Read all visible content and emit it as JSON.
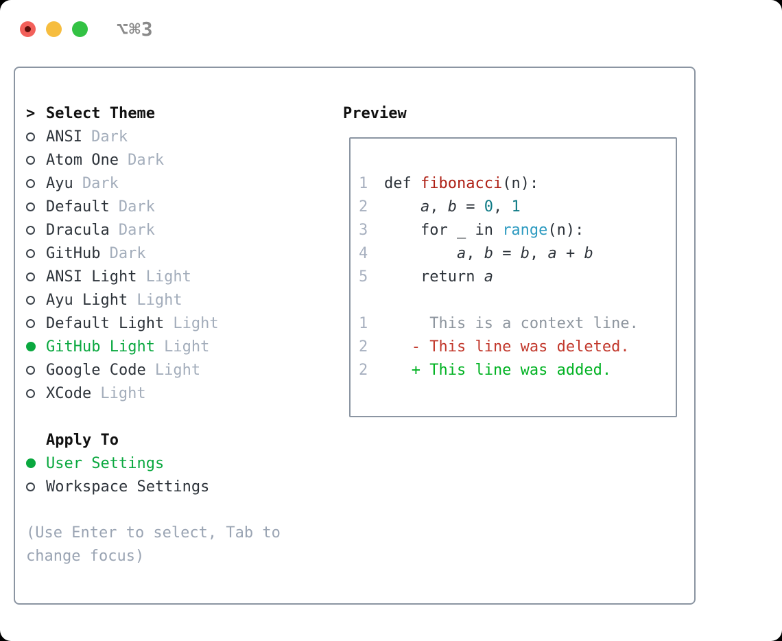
{
  "titlebar": {
    "shortcut": "⌥⌘3",
    "lights": [
      {
        "icon": "close-light-icon",
        "color": "#f2605a"
      },
      {
        "icon": "minimize-light-icon",
        "color": "#f6bd3f"
      },
      {
        "icon": "zoom-light-icon",
        "color": "#33c244"
      }
    ]
  },
  "colors": {
    "selected_green": "#0aa83f",
    "diff_added_green": "#00b222",
    "diff_deleted_red": "#c2382c",
    "function_red": "#ae2015",
    "number_teal": "#0e7a85",
    "builtin_blue": "#2c9ac0",
    "muted_gray": "#a3adbb",
    "border_gray": "#8b95a2",
    "text_dark": "#2d333a"
  },
  "theme_picker": {
    "header_marker": ">",
    "header": "Select Theme",
    "items": [
      {
        "name": "ANSI",
        "variant": "Dark",
        "selected": false
      },
      {
        "name": "Atom One",
        "variant": "Dark",
        "selected": false
      },
      {
        "name": "Ayu",
        "variant": "Dark",
        "selected": false
      },
      {
        "name": "Default",
        "variant": "Dark",
        "selected": false
      },
      {
        "name": "Dracula",
        "variant": "Dark",
        "selected": false
      },
      {
        "name": "GitHub",
        "variant": "Dark",
        "selected": false
      },
      {
        "name": "ANSI Light",
        "variant": "Light",
        "selected": false
      },
      {
        "name": "Ayu Light",
        "variant": "Light",
        "selected": false
      },
      {
        "name": "Default Light",
        "variant": "Light",
        "selected": false
      },
      {
        "name": "GitHub Light",
        "variant": "Light",
        "selected": true
      },
      {
        "name": "Google Code",
        "variant": "Light",
        "selected": false
      },
      {
        "name": "XCode",
        "variant": "Light",
        "selected": false
      }
    ],
    "apply_to": {
      "header": "Apply To",
      "options": [
        {
          "name": "User Settings",
          "selected": true
        },
        {
          "name": "Workspace Settings",
          "selected": false
        }
      ]
    },
    "hint": "(Use Enter to select, Tab to change focus)"
  },
  "preview": {
    "title": "Preview",
    "code_lines": [
      {
        "num": "1",
        "segments": [
          {
            "text": "def ",
            "style": "plain"
          },
          {
            "text": "fibonacci",
            "style": "function"
          },
          {
            "text": "(n):",
            "style": "plain"
          }
        ]
      },
      {
        "num": "2",
        "segments": [
          {
            "text": "    ",
            "style": "plain"
          },
          {
            "text": "a",
            "style": "variable"
          },
          {
            "text": ", ",
            "style": "plain"
          },
          {
            "text": "b",
            "style": "variable"
          },
          {
            "text": " = ",
            "style": "plain"
          },
          {
            "text": "0",
            "style": "number"
          },
          {
            "text": ", ",
            "style": "plain"
          },
          {
            "text": "1",
            "style": "number"
          }
        ]
      },
      {
        "num": "3",
        "segments": [
          {
            "text": "    for _ in ",
            "style": "plain"
          },
          {
            "text": "range",
            "style": "builtin"
          },
          {
            "text": "(n):",
            "style": "plain"
          }
        ]
      },
      {
        "num": "4",
        "segments": [
          {
            "text": "        ",
            "style": "plain"
          },
          {
            "text": "a",
            "style": "variable"
          },
          {
            "text": ", ",
            "style": "plain"
          },
          {
            "text": "b",
            "style": "variable"
          },
          {
            "text": " = ",
            "style": "plain"
          },
          {
            "text": "b",
            "style": "variable"
          },
          {
            "text": ", ",
            "style": "plain"
          },
          {
            "text": "a",
            "style": "variable"
          },
          {
            "text": " + ",
            "style": "plain"
          },
          {
            "text": "b",
            "style": "variable"
          }
        ]
      },
      {
        "num": "5",
        "segments": [
          {
            "text": "    return ",
            "style": "plain"
          },
          {
            "text": "a",
            "style": "variable"
          }
        ]
      },
      {
        "num": "",
        "segments": []
      },
      {
        "num": "1",
        "segments": [
          {
            "text": "     This is a context line.",
            "style": "context"
          }
        ]
      },
      {
        "num": "2",
        "segments": [
          {
            "text": "   - This line was deleted.",
            "style": "deleted"
          }
        ]
      },
      {
        "num": "2",
        "segments": [
          {
            "text": "   + This line was added.",
            "style": "added"
          }
        ]
      }
    ]
  }
}
